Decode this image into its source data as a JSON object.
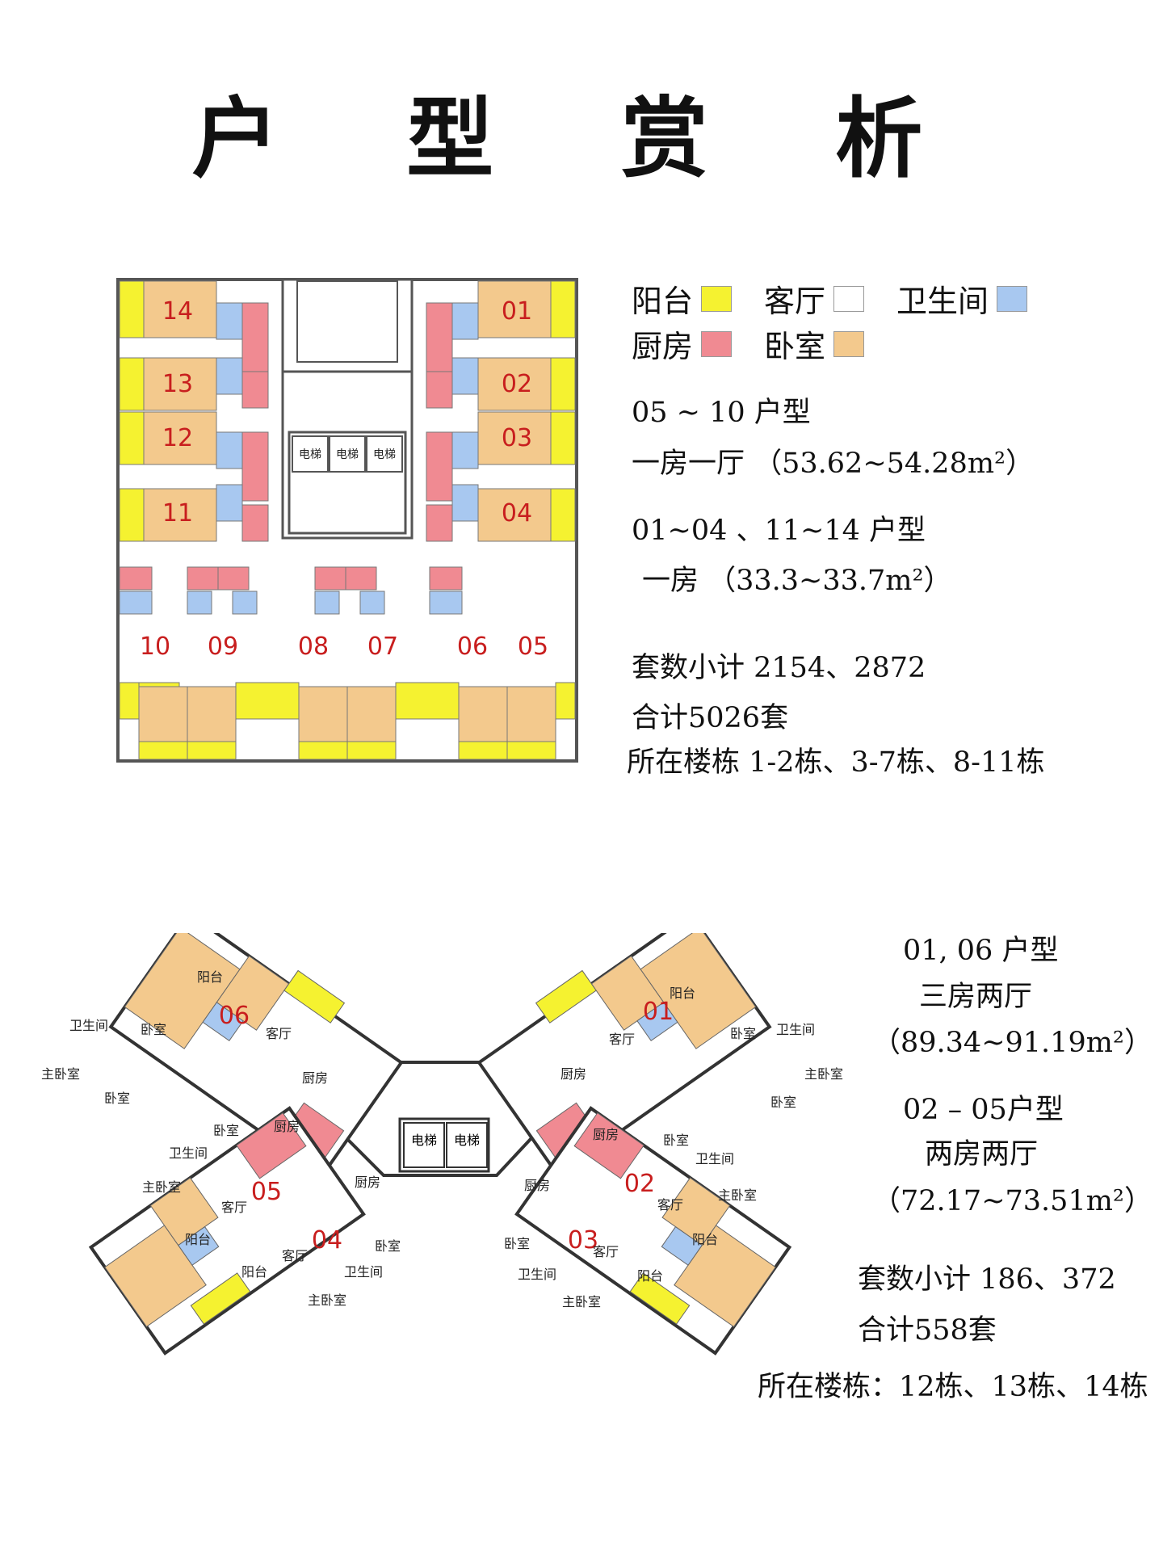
{
  "page_title": "户 型 赏 析",
  "colors": {
    "balcony": "#f5f230",
    "living": "#ffffff",
    "bathroom": "#a8c8f0",
    "kitchen": "#f08a92",
    "bedroom": "#f3c98d",
    "unit_number": "#c81e1e"
  },
  "legend": {
    "balcony": "阳台",
    "living": "客厅",
    "bathroom": "卫生间",
    "kitchen": "厨房",
    "bedroom": "卧室"
  },
  "plan1": {
    "units": [
      "14",
      "13",
      "12",
      "11",
      "01",
      "02",
      "03",
      "04",
      "10",
      "09",
      "08",
      "07",
      "06",
      "05"
    ],
    "elevator": "电梯",
    "info": [
      "05 ~ 10 户型",
      "一房一厅 （53.62~54.28m²）",
      "01~04 、11~14 户型",
      "一房 （33.3~33.7m²）",
      "套数小计 2154、2872",
      "合计5026套",
      "所在楼栋 1-2栋、3-7栋、8-11栋"
    ]
  },
  "plan2": {
    "units": [
      "06",
      "05",
      "04",
      "01",
      "02",
      "03"
    ],
    "rooms": {
      "balcony": "阳台",
      "living": "客厅",
      "bathroom": "卫生间",
      "kitchen": "厨房",
      "bedroom": "卧室",
      "master": "主卧室"
    },
    "elevator": "电梯",
    "info": [
      "01, 06 户型",
      "三房两厅",
      "（89.34~91.19m²）",
      "02 – 05户型",
      "两房两厅",
      "（72.17~73.51m²）",
      "套数小计 186、372",
      "合计558套",
      "所在楼栋：12栋、13栋、14栋"
    ]
  }
}
